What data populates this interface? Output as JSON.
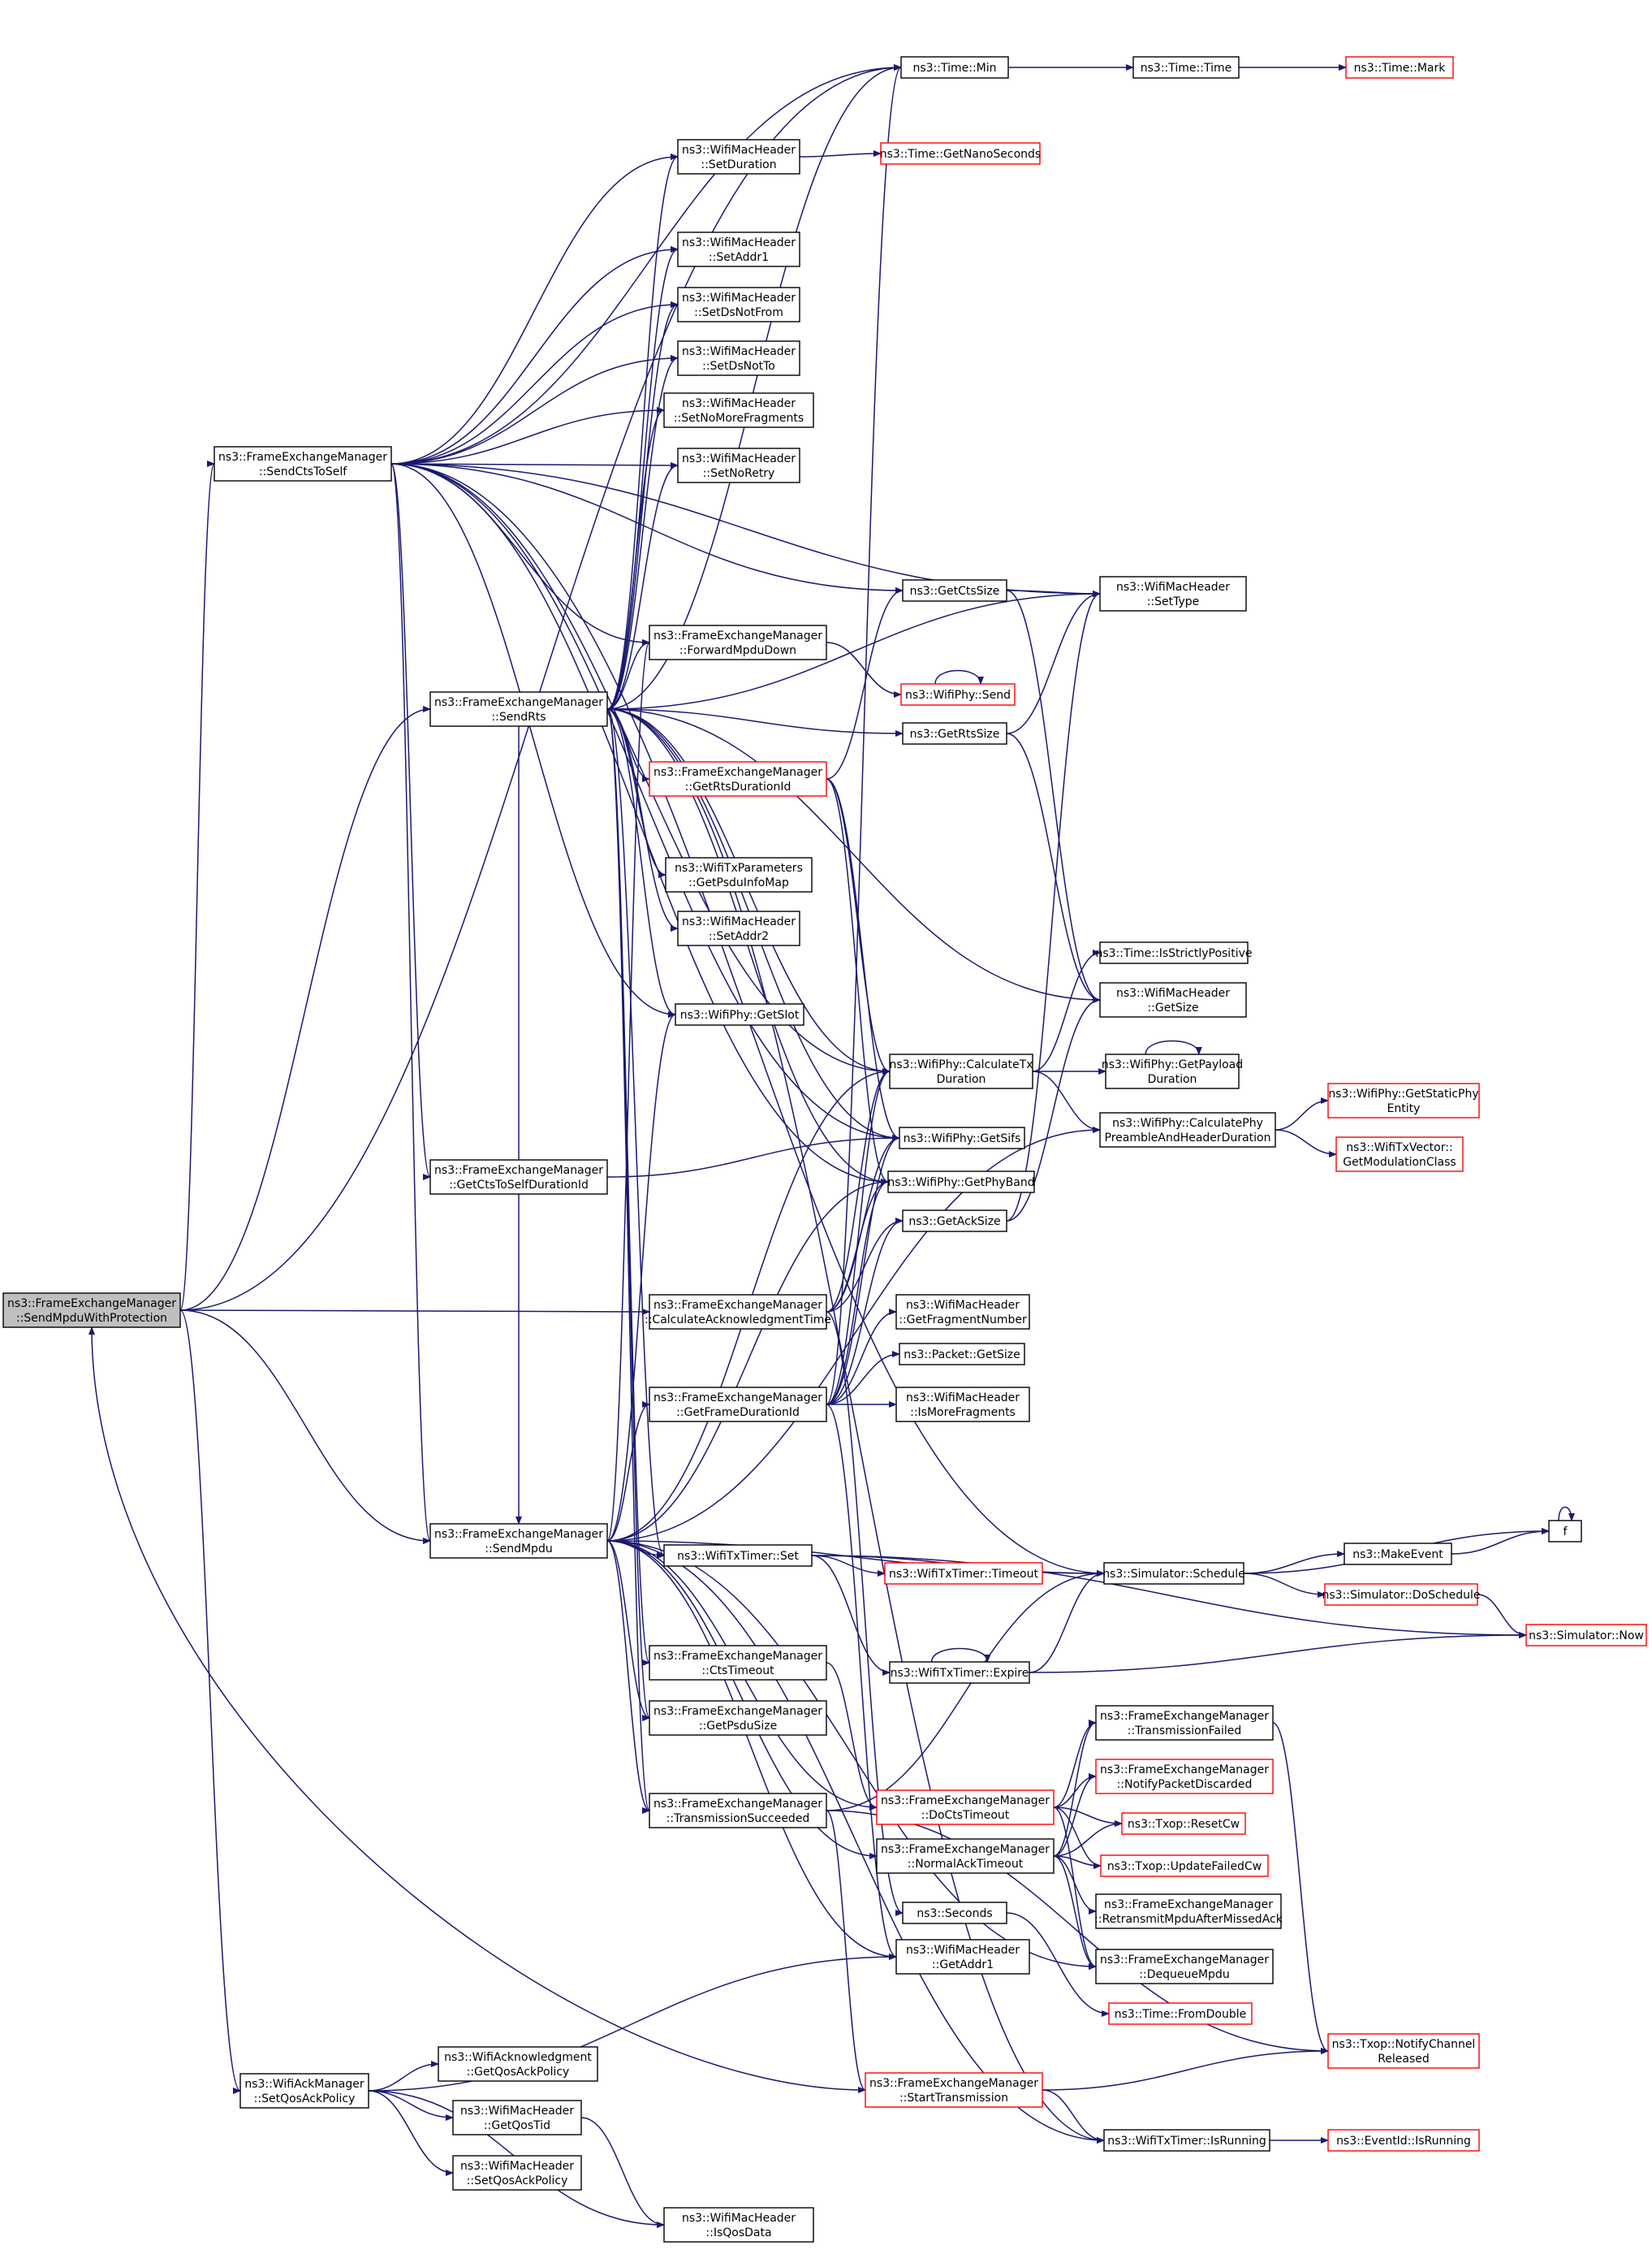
{
  "nodes": {
    "root": [
      "ns3::FrameExchangeManager",
      "::SendMpduWithProtection"
    ],
    "sendCtsToSelf": [
      "ns3::FrameExchangeManager",
      "::SendCtsToSelf"
    ],
    "sendRts": [
      "ns3::FrameExchangeManager",
      "::SendRts"
    ],
    "getCtsToSelfDurationId": [
      "ns3::FrameExchangeManager",
      "::GetCtsToSelfDurationId"
    ],
    "sendMpdu": [
      "ns3::FrameExchangeManager",
      "::SendMpdu"
    ],
    "setQosAckPolicyMgr": [
      "ns3::WifiAckManager",
      "::SetQosAckPolicy"
    ],
    "timeMin": [
      "ns3::Time::Min"
    ],
    "timeTime": [
      "ns3::Time::Time"
    ],
    "timeMark": [
      "ns3::Time::Mark"
    ],
    "setDuration": [
      "ns3::WifiMacHeader",
      "::SetDuration"
    ],
    "getNanoSeconds": [
      "ns3::Time::GetNanoSeconds"
    ],
    "setAddr1": [
      "ns3::WifiMacHeader",
      "::SetAddr1"
    ],
    "setDsNotFrom": [
      "ns3::WifiMacHeader",
      "::SetDsNotFrom"
    ],
    "setDsNotTo": [
      "ns3::WifiMacHeader",
      "::SetDsNotTo"
    ],
    "setNoMoreFragments": [
      "ns3::WifiMacHeader",
      "::SetNoMoreFragments"
    ],
    "setNoRetry": [
      "ns3::WifiMacHeader",
      "::SetNoRetry"
    ],
    "getCtsSize": [
      "ns3::GetCtsSize"
    ],
    "setType": [
      "ns3::WifiMacHeader",
      "::SetType"
    ],
    "forwardMpduDown": [
      "ns3::FrameExchangeManager",
      "::ForwardMpduDown"
    ],
    "wifiPhySend": [
      "ns3::WifiPhy::Send"
    ],
    "getRtsSize": [
      "ns3::GetRtsSize"
    ],
    "getRtsDurationId": [
      "ns3::FrameExchangeManager",
      "::GetRtsDurationId"
    ],
    "getPsduInfoMap": [
      "ns3::WifiTxParameters",
      "::GetPsduInfoMap"
    ],
    "setAddr2": [
      "ns3::WifiMacHeader",
      "::SetAddr2"
    ],
    "isStrictlyPositive": [
      "ns3::Time::IsStrictlyPositive"
    ],
    "getSize": [
      "ns3::WifiMacHeader",
      "::GetSize"
    ],
    "getSlot": [
      "ns3::WifiPhy::GetSlot"
    ],
    "calculateTxDuration": [
      "ns3::WifiPhy::CalculateTx",
      "Duration"
    ],
    "getPayloadDuration": [
      "ns3::WifiPhy::GetPayload",
      "Duration"
    ],
    "calcPreamble": [
      "ns3::WifiPhy::CalculatePhy",
      "PreambleAndHeaderDuration"
    ],
    "getStaticPhyEntity": [
      "ns3::WifiPhy::GetStaticPhy",
      "Entity"
    ],
    "getModulationClass": [
      "ns3::WifiTxVector::",
      "GetModulationClass"
    ],
    "getSifs": [
      "ns3::WifiPhy::GetSifs"
    ],
    "getPhyBand": [
      "ns3::WifiPhy::GetPhyBand"
    ],
    "getAckSize": [
      "ns3::GetAckSize"
    ],
    "calcAckTime": [
      "ns3::FrameExchangeManager",
      "::CalculateAcknowledgmentTime"
    ],
    "getFragmentNumber": [
      "ns3::WifiMacHeader",
      "::GetFragmentNumber"
    ],
    "packetGetSize": [
      "ns3::Packet::GetSize"
    ],
    "getFrameDurationId": [
      "ns3::FrameExchangeManager",
      "::GetFrameDurationId"
    ],
    "isMoreFragments": [
      "ns3::WifiMacHeader",
      "::IsMoreFragments"
    ],
    "f": [
      "f"
    ],
    "txTimerSet": [
      "ns3::WifiTxTimer::Set"
    ],
    "makeEvent": [
      "ns3::MakeEvent"
    ],
    "schedule": [
      "ns3::Simulator::Schedule"
    ],
    "txTimerTimeout": [
      "ns3::WifiTxTimer::Timeout"
    ],
    "doSchedule": [
      "ns3::Simulator::DoSchedule"
    ],
    "simNow": [
      "ns3::Simulator::Now"
    ],
    "txTimerExpire": [
      "ns3::WifiTxTimer::Expire"
    ],
    "ctsTimeout": [
      "ns3::FrameExchangeManager",
      "::CtsTimeout"
    ],
    "getPsduSize": [
      "ns3::FrameExchangeManager",
      "::GetPsduSize"
    ],
    "transmissionFailed": [
      "ns3::FrameExchangeManager",
      "::TransmissionFailed"
    ],
    "notifyPacketDiscarded": [
      "ns3::FrameExchangeManager",
      "::NotifyPacketDiscarded"
    ],
    "doCtsTimeout": [
      "ns3::FrameExchangeManager",
      "::DoCtsTimeout"
    ],
    "transmissionSucceeded": [
      "ns3::FrameExchangeManager",
      "::TransmissionSucceeded"
    ],
    "resetCw": [
      "ns3::Txop::ResetCw"
    ],
    "normalAckTimeout": [
      "ns3::FrameExchangeManager",
      "::NormalAckTimeout"
    ],
    "updateFailedCw": [
      "ns3::Txop::UpdateFailedCw"
    ],
    "retransmitMpdu": [
      "ns3::FrameExchangeManager",
      "::RetransmitMpduAfterMissedAck"
    ],
    "seconds": [
      "ns3::Seconds"
    ],
    "getAddr1": [
      "ns3::WifiMacHeader",
      "::GetAddr1"
    ],
    "dequeueMpdu": [
      "ns3::FrameExchangeManager",
      "::DequeueMpdu"
    ],
    "fromDouble": [
      "ns3::Time::FromDouble"
    ],
    "getQosAckPolicy": [
      "ns3::WifiAcknowledgment",
      "::GetQosAckPolicy"
    ],
    "notifyChannelReleased": [
      "ns3::Txop::NotifyChannel",
      "Released"
    ],
    "getQosTid": [
      "ns3::WifiMacHeader",
      "::GetQosTid"
    ],
    "startTransmission": [
      "ns3::FrameExchangeManager",
      "::StartTransmission"
    ],
    "setQosAckPolicyHdr": [
      "ns3::WifiMacHeader",
      "::SetQosAckPolicy"
    ],
    "isRunning": [
      "ns3::WifiTxTimer::IsRunning"
    ],
    "eventIsRunning": [
      "ns3::EventId::IsRunning"
    ],
    "isQosData": [
      "ns3::WifiMacHeader",
      "::IsQosData"
    ]
  },
  "colors": {
    "edge": "#191970",
    "node_border": "#000000",
    "highlight_border": "#ff0000",
    "root_fill": "#bfbfbf"
  }
}
